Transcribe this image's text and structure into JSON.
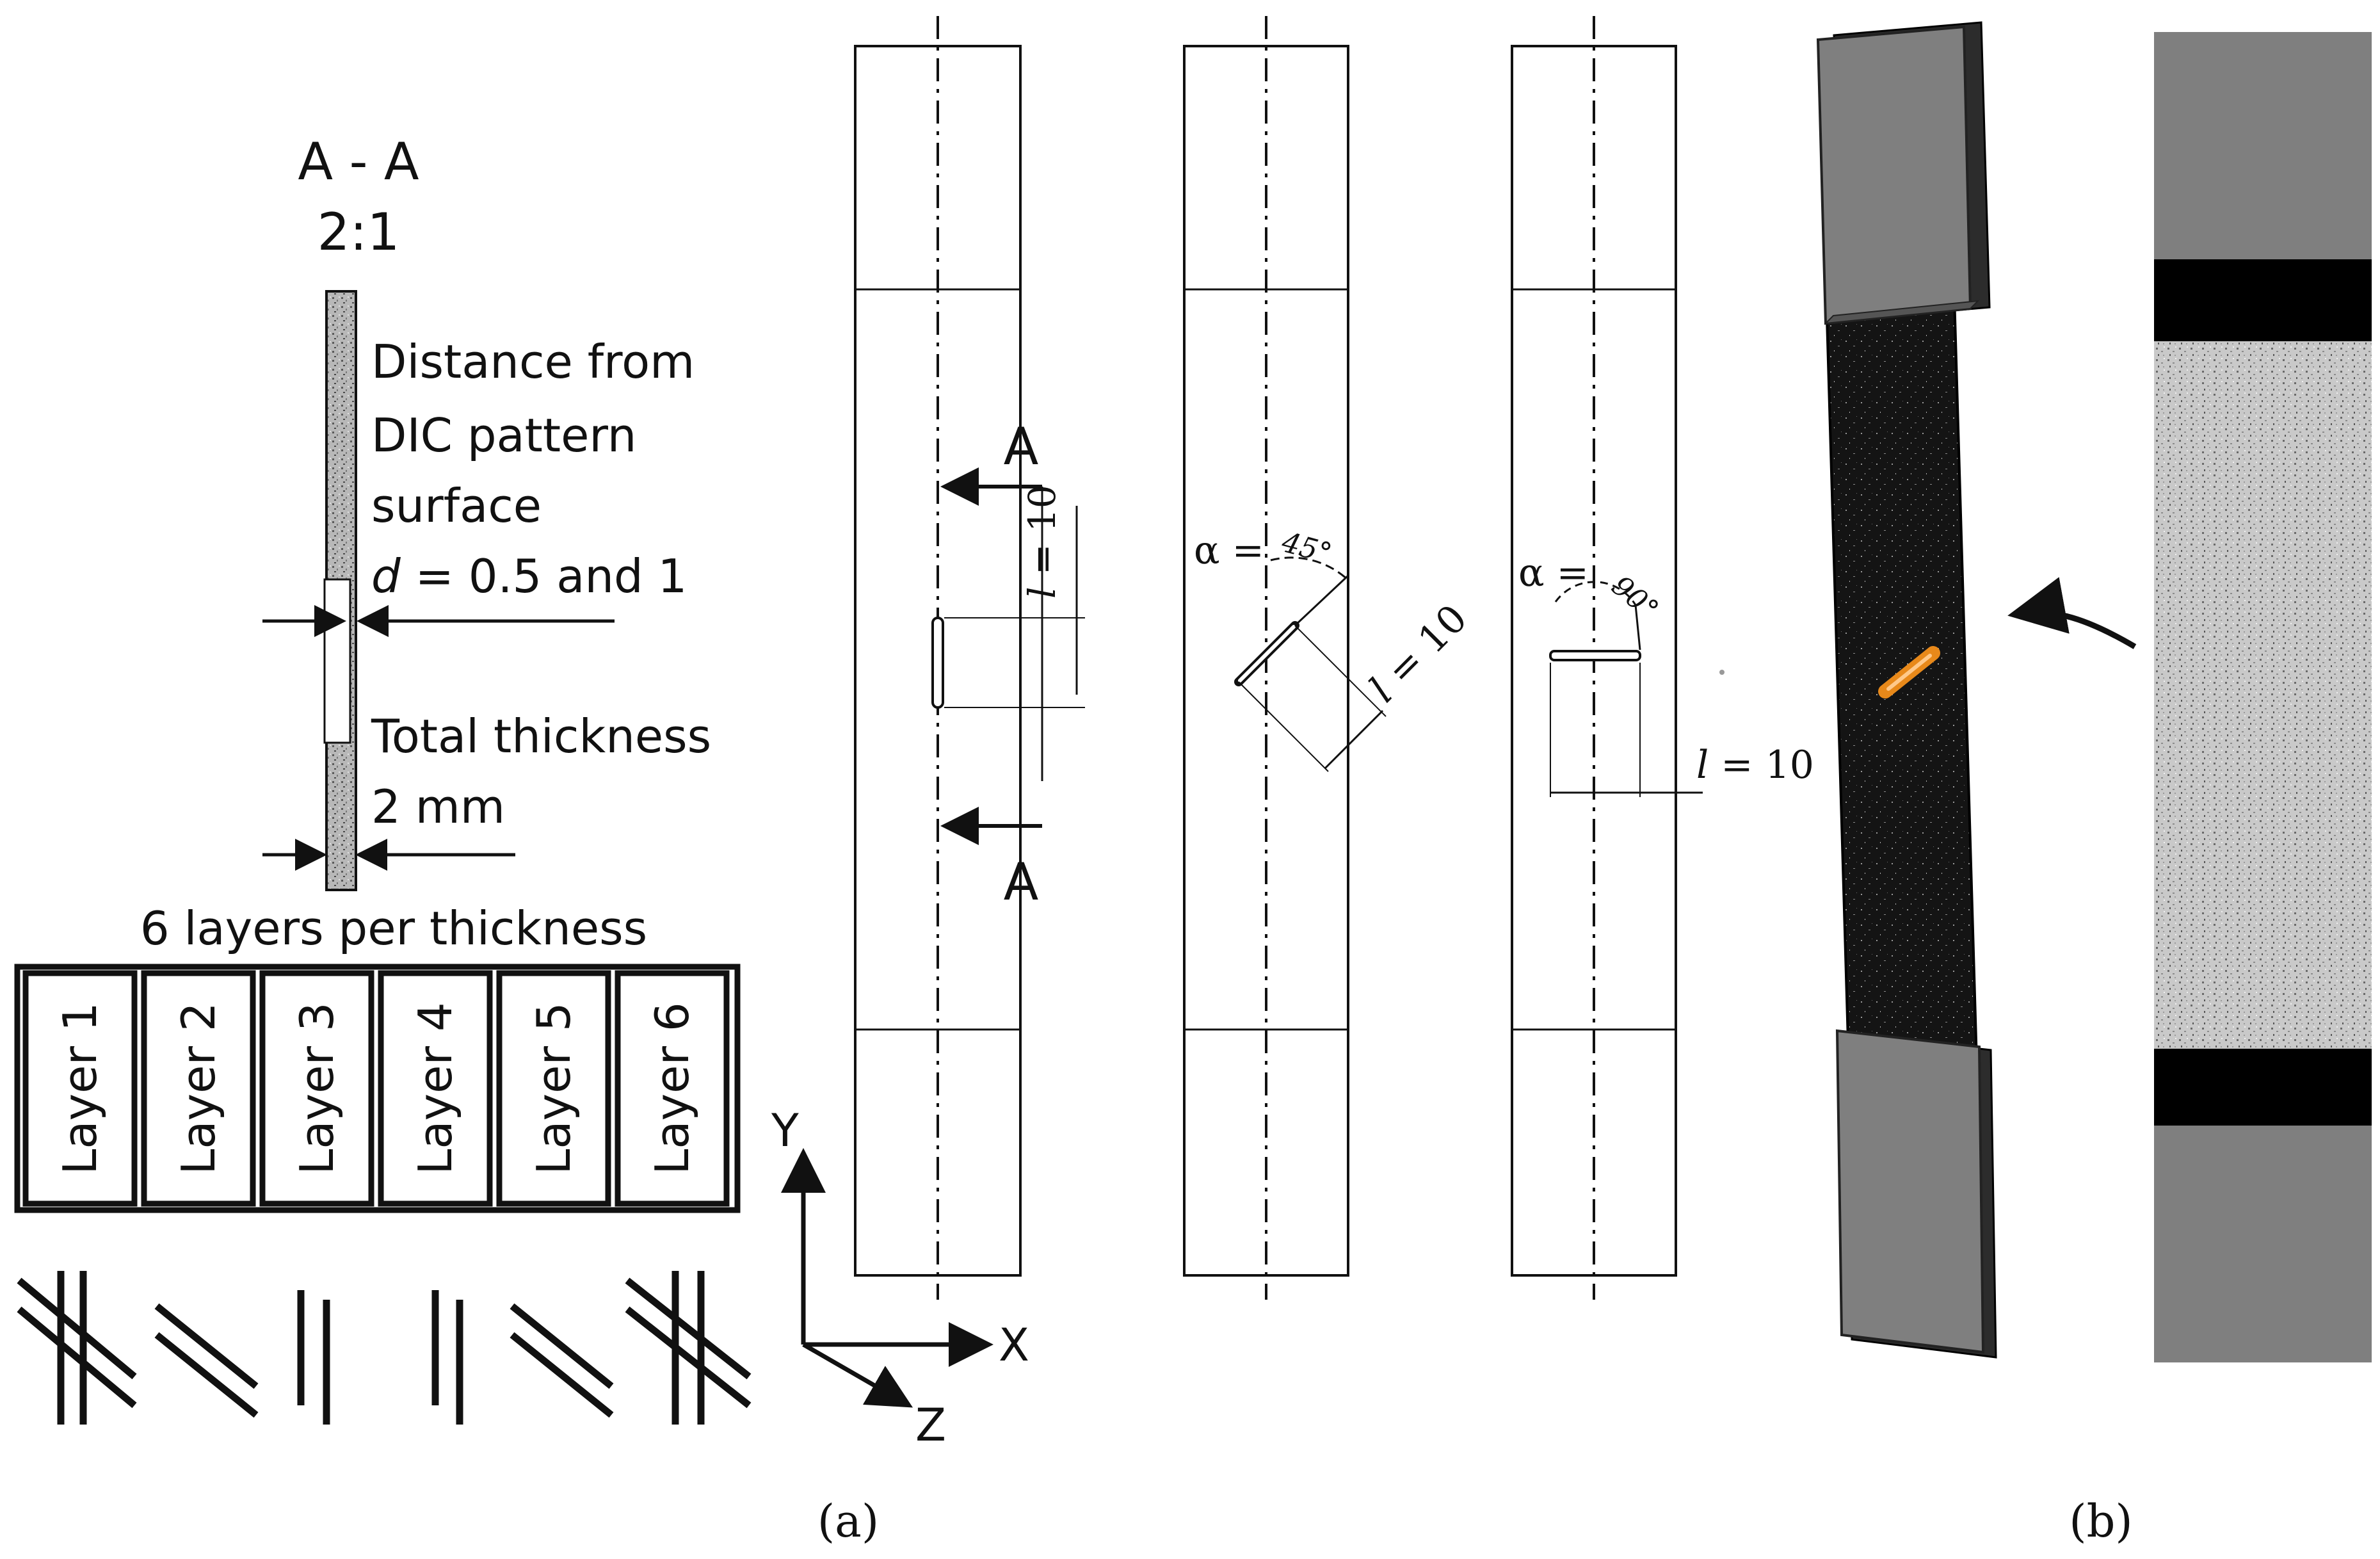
{
  "section": {
    "title": "A - A",
    "scale": "2:1",
    "distance_lines": [
      "Distance from",
      "DIC pattern",
      "surface"
    ],
    "d_symbol": "d",
    "d_value": " = 0.5 and 1",
    "thickness_lines": [
      "Total thickness",
      "2 mm"
    ]
  },
  "layers": {
    "heading": "6 layers per thickness",
    "labels": [
      "Layer 1",
      "Layer 2",
      "Layer 3",
      "Layer 4",
      "Layer 5",
      "Layer 6"
    ]
  },
  "axes": {
    "y": "Y",
    "x": "X",
    "z": "Z"
  },
  "specimens": {
    "section_marker": "A",
    "length_symbol": "l",
    "length_value": " = 10",
    "alpha_prefix": "α =",
    "angle_45": "45°",
    "angle_90": "90°"
  },
  "captions": {
    "a": "(a)",
    "b": "(b)"
  },
  "colors": {
    "ink": "#111111",
    "tab_gray": "#7f7f7f",
    "crack_orange": "#e8891a"
  }
}
